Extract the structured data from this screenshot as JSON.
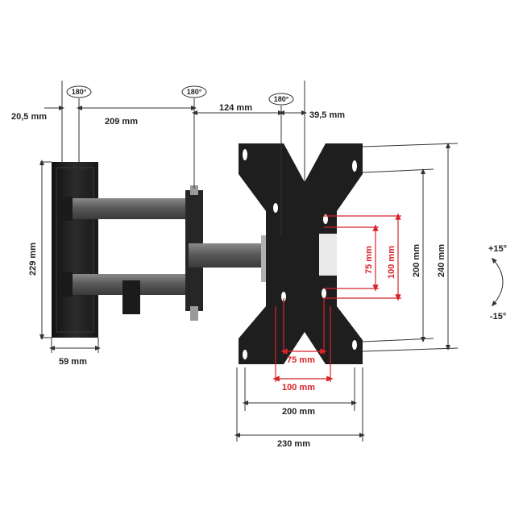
{
  "rotation": {
    "pivot_1": "180°",
    "pivot_2": "180°",
    "pivot_3": "180°"
  },
  "dimensions": {
    "depth_wall": "20,5 mm",
    "arm_first": "209 mm",
    "arm_second": "124 mm",
    "plate_depth": "39,5 mm",
    "wall_height": "229 mm",
    "wall_width": "59 mm",
    "vesa_inner_h": "75 mm",
    "vesa_outer_h": "100 mm",
    "vesa_inner_w": "75 mm",
    "vesa_outer_w": "100 mm",
    "plate_height_inner": "200 mm",
    "plate_height_outer": "240 mm",
    "plate_width_inner": "200 mm",
    "plate_width_outer": "230 mm"
  },
  "tilt": {
    "up": "+15°",
    "down": "-15°"
  },
  "colors": {
    "accent_red": "#d8232a",
    "metal_dark": "#1f1f1f",
    "arm_grey": "#6b6b6b"
  }
}
